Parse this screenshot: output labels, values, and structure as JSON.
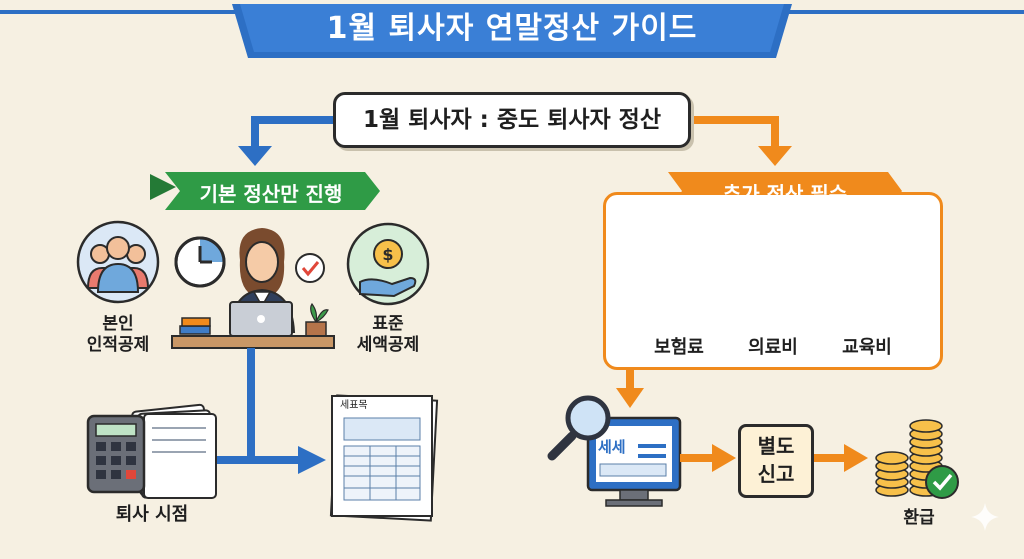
{
  "title": "1월 퇴사자 연말정산 가이드",
  "center_label": "1월 퇴사자 : 중도 퇴사자 정산",
  "left_branch": {
    "ribbon": "기본 정산만 진행",
    "items": [
      {
        "label_line1": "본인",
        "label_line2": "인적공제"
      },
      {
        "label_line1": "표준",
        "label_line2": "세액공제"
      }
    ],
    "bottom_label": "퇴사 시점",
    "document_header": "세표목"
  },
  "right_branch": {
    "ribbon": "추가 정산 필수",
    "folders": [
      "보험료",
      "의료비",
      "교육비"
    ],
    "screen_text": "세세",
    "report_line1": "별도",
    "report_line2": "신고",
    "refund_label": "환급"
  },
  "colors": {
    "blue": "#2d6fc4",
    "green": "#2f9b46",
    "orange": "#f08a1c",
    "folder": "#f7c04a"
  }
}
